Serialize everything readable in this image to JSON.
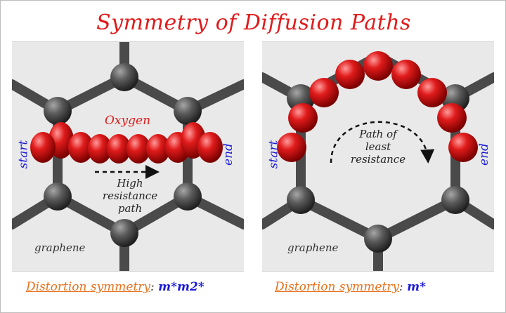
{
  "title": "Symmetry of Diffusion Paths",
  "colors": {
    "title": "#e01b1b",
    "oxygen": "#e01b1b",
    "carbon": "#555555",
    "direction_labels": "#1b1bd6",
    "footer_key": "#e8701a",
    "footer_symbol": "#1b1bd6"
  },
  "left_panel": {
    "oxygen_label": "Oxygen",
    "start_label": "start",
    "end_label": "end",
    "path_note": [
      "High",
      "resistance",
      "path"
    ],
    "graphene_label": "graphene",
    "footer_key": "Distortion symmetry",
    "footer_colon": ":",
    "footer_symbol": "m*m2*"
  },
  "right_panel": {
    "start_label": "start",
    "end_label": "end",
    "path_note": [
      "Path of",
      "least",
      "resistance"
    ],
    "graphene_label": "graphene",
    "footer_key": "Distortion symmetry",
    "footer_colon": ":",
    "footer_symbol": "m*"
  }
}
